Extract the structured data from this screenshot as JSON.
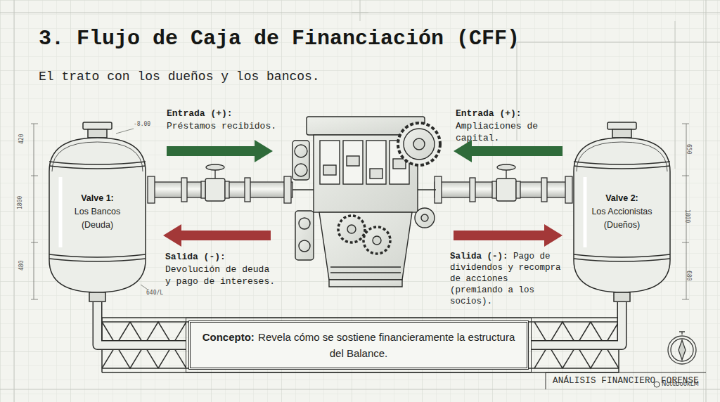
{
  "diagram": {
    "title": "3. Flujo de Caja de Financiación (CFF)",
    "nodes": [
      {
        "text": [
          "Valve 1:",
          "Los Bancos (Deuda)"
        ]
      },
      {
        "text": [
          "Concepto:",
          "Revela cómo se sostiene financieramente la estructura del Balance."
        ]
      },
      {
        "text": [
          "Valve 2:",
          "Los Accionistas (Dueños)"
        ]
      }
    ],
    "edges": [
      {
        "from": 0,
        "to": 1,
        "arrow": "none"
      },
      {
        "from": 2,
        "to": 1,
        "arrow": "none"
      }
    ],
    "labels": [
      "El trato con los dueños y los bancos.",
      "Entrada (+):",
      "Préstamos recibidos.",
      "Entrada (+):",
      "Ampliaciones de capital.",
      "Salida (-):",
      "Devolución de deuda y pago de intereses.",
      "Salida (-):",
      "Pago de dividendos y recompra de acciones (premiando a los socios).",
      "-8.00",
      "420",
      "1800",
      "480",
      "640/L",
      "650",
      "1800",
      "680",
      "ANÁLISIS FINANCIERO FORENSE",
      "NotebookLM"
    ]
  }
}
